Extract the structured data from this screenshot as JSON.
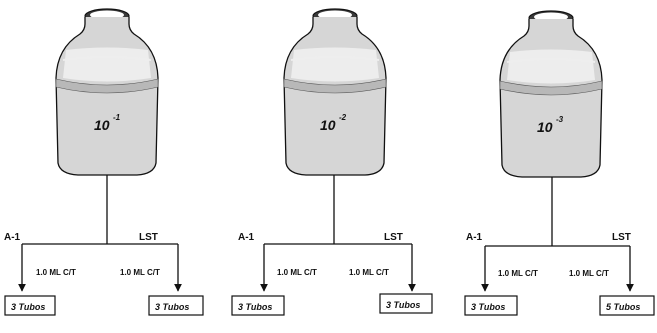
{
  "setups": [
    {
      "dilution": {
        "base": "10",
        "exponent": "-1"
      },
      "left": {
        "label": "A-1",
        "volume": "1.0 ML C/T",
        "tubes": "3 Tubos"
      },
      "right": {
        "label": "LST",
        "volume": "1.0 ML C/T",
        "tubes": "3 Tubos"
      }
    },
    {
      "dilution": {
        "base": "10",
        "exponent": "-2"
      },
      "left": {
        "label": "A-1",
        "volume": "1.0 ML C/T",
        "tubes": "3 Tubos"
      },
      "right": {
        "label": "LST",
        "volume": "1.0 ML C/T",
        "tubes": "3 Tubos"
      }
    },
    {
      "dilution": {
        "base": "10",
        "exponent": "-3"
      },
      "left": {
        "label": "A-1",
        "volume": "1.0 ML C/T",
        "tubes": "3 Tubos"
      },
      "right": {
        "label": "LST",
        "volume": "1.0 ML C/T",
        "tubes": "5 Tubos"
      }
    }
  ]
}
